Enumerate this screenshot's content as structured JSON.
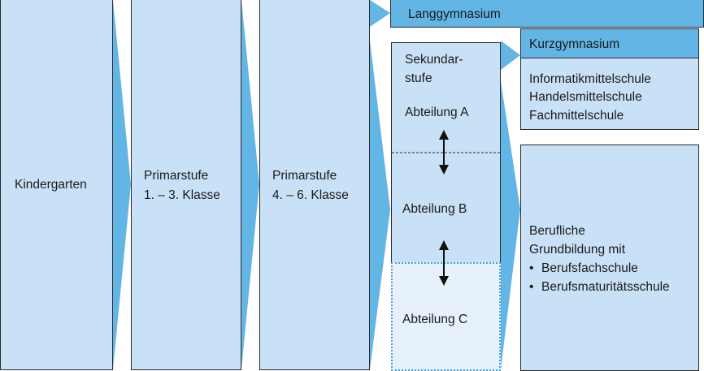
{
  "stages": {
    "kindergarten": "Kindergarten",
    "primar1": {
      "line1": "Primarstufe",
      "line2": "1. – 3. Klasse"
    },
    "primar2": {
      "line1": "Primarstufe",
      "line2": "4. – 6. Klasse"
    }
  },
  "sekundar": {
    "title_line1": "Sekundar-",
    "title_line2": "stufe",
    "abteilung_a": "Abteilung A",
    "abteilung_b": "Abteilung B",
    "abteilung_c": "Abteilung C"
  },
  "langgymnasium": "Langgymnasium",
  "kurzgymnasium": "Kurzgymnasium",
  "mittelschulen": [
    "Informatikmittelschule",
    "Handelsmittelschule",
    "Fachmittelschule"
  ],
  "berufliche": {
    "line1": "Berufliche",
    "line2": "Grundbildung mit",
    "items": [
      "Berufsfachschule",
      "Berufsmaturitätsschule"
    ]
  },
  "colors": {
    "box_fill": "#c9e1f6",
    "arrow_blue": "#62b5e5",
    "dark_header": "#62b5e5",
    "light_fill": "#e6f1fb"
  }
}
